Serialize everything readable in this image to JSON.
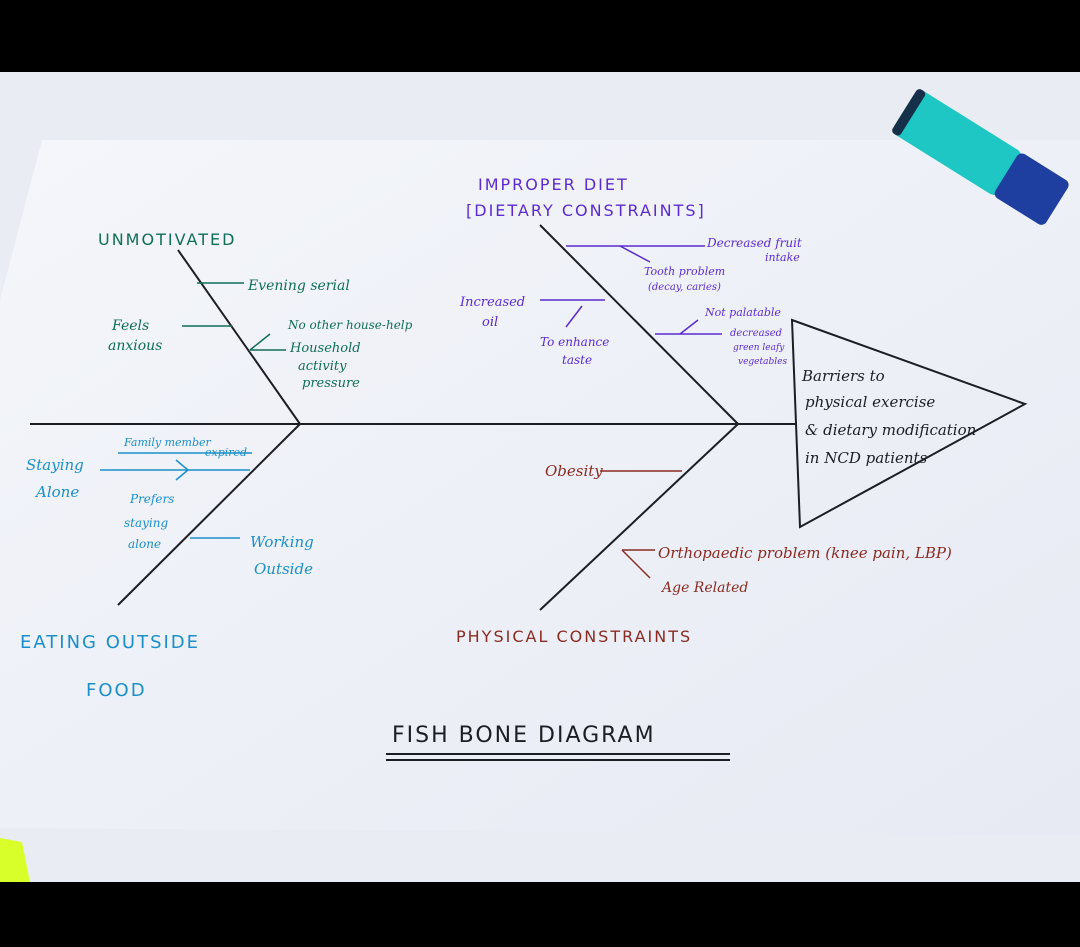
{
  "colors": {
    "black_ink": "#1d1d24",
    "green": "#0f6e58",
    "blue": "#1a8fc9",
    "purple": "#5a2bd0",
    "brown": "#8a2b22",
    "marker_body": "#1e3fa0",
    "marker_cap": "#1ec6c4",
    "highlight": "#d8ff2a"
  },
  "head": {
    "lines": [
      "Barriers to",
      "physical exercise",
      "& dietary modification",
      "in NCD patients"
    ]
  },
  "title": "Fish Bone Diagram",
  "categories": {
    "unmotivated": {
      "label": "Unmotivated",
      "causes": {
        "evening": "Evening serial",
        "anxious": [
          "Feels",
          "anxious"
        ],
        "nohelp": "No other house-help",
        "pressure": [
          "Household",
          "activity",
          "pressure"
        ]
      }
    },
    "diet": {
      "label": [
        "Improper Diet",
        "[Dietary Constraints]"
      ],
      "causes": {
        "fruit": [
          "Decreased fruit",
          "intake"
        ],
        "tooth": [
          "Tooth problem",
          "(decay, caries)"
        ],
        "oil": [
          "Increased",
          "oil"
        ],
        "taste": [
          "To enhance",
          "taste"
        ],
        "palatable": "Not palatable",
        "greens": [
          "decreased",
          "green leafy",
          "vegetables"
        ]
      }
    },
    "eating": {
      "label": [
        "Eating Outside",
        "Food"
      ],
      "causes": {
        "family": [
          "Family member",
          "expired"
        ],
        "alone": [
          "Staying",
          "Alone"
        ],
        "prefers": [
          "Prefers",
          "staying",
          "alone"
        ],
        "working": [
          "Working",
          "Outside"
        ]
      }
    },
    "physical": {
      "label": "Physical Constraints",
      "causes": {
        "obesity": "Obesity",
        "ortho": "Orthopaedic problem (knee pain, LBP)",
        "age": "Age Related"
      }
    }
  }
}
